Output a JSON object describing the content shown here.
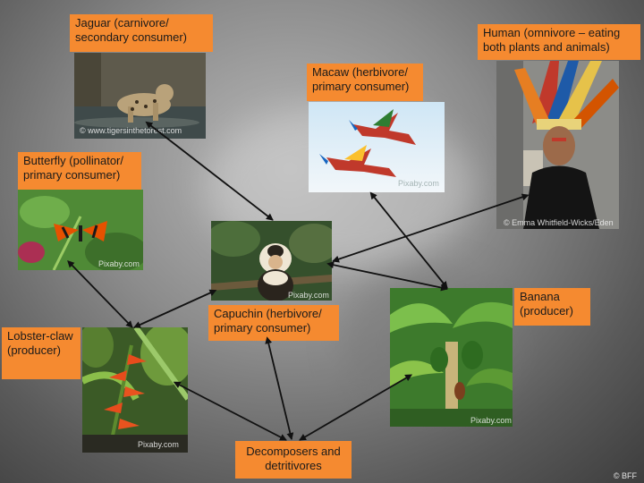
{
  "nodes": {
    "jaguar": {
      "label": "Jaguar (carnivore/ secondary consumer)",
      "credit": "© www.tigersinthetorest.com"
    },
    "human": {
      "label": "Human (omnivore – eating both plants and animals)",
      "credit": "© Emma Whitfield-Wicks/Eden"
    },
    "macaw": {
      "label": "Macaw (herbivore/ primary consumer)",
      "credit": "Pixaby.com"
    },
    "butterfly": {
      "label": "Butterfly (pollinator/ primary consumer)",
      "credit": "Pixaby.com"
    },
    "capuchin": {
      "label": "Capuchin (herbivore/ primary consumer)",
      "credit": "Pixaby.com"
    },
    "banana": {
      "label": "Banana (producer)",
      "credit": "Pixaby.com"
    },
    "lobster": {
      "label": "Lobster-claw (producer)",
      "credit": "Pixaby.com"
    },
    "decomposers": {
      "label": "Decomposers and detritivores"
    }
  },
  "copyright": "© BFF",
  "colors": {
    "label_bg": "#f58a30",
    "arrow": "#111111"
  }
}
